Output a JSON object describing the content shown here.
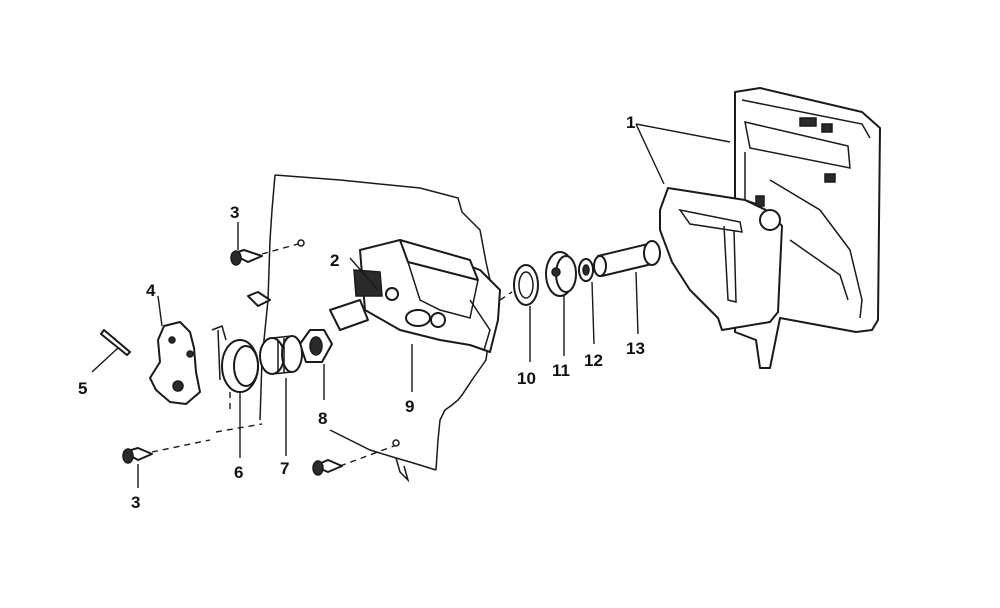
{
  "callouts": [
    {
      "id": "c1",
      "label": "1"
    },
    {
      "id": "c2",
      "label": "2"
    },
    {
      "id": "c3a",
      "label": "3"
    },
    {
      "id": "c3b",
      "label": "3"
    },
    {
      "id": "c4",
      "label": "4"
    },
    {
      "id": "c5",
      "label": "5"
    },
    {
      "id": "c6",
      "label": "6"
    },
    {
      "id": "c7",
      "label": "7"
    },
    {
      "id": "c8",
      "label": "8"
    },
    {
      "id": "c9",
      "label": "9"
    },
    {
      "id": "c10",
      "label": "10"
    },
    {
      "id": "c11",
      "label": "11"
    },
    {
      "id": "c12",
      "label": "12"
    },
    {
      "id": "c13",
      "label": "13"
    }
  ],
  "colors": {
    "ink": "#1a1a1a",
    "paper": "#ffffff"
  }
}
